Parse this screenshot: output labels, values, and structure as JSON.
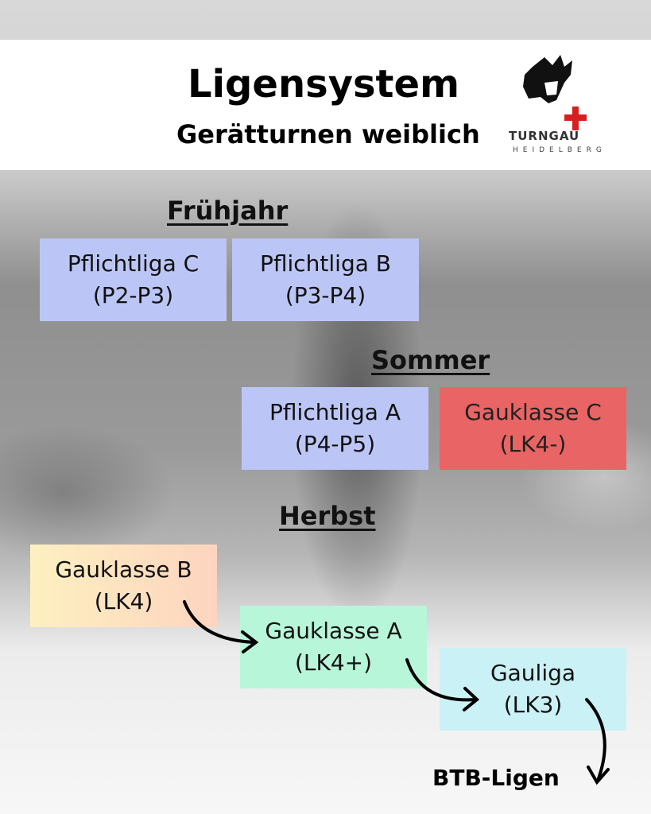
{
  "header": {
    "title": "Ligensystem",
    "subtitle": "Gerätturnen weiblich",
    "logo": {
      "line1": "TURNGAU",
      "line2": "HEIDELBERG"
    }
  },
  "sections": {
    "spring": "Frühjahr",
    "summer": "Sommer",
    "autumn": "Herbst"
  },
  "leagues": [
    {
      "name": "Pflichtliga C",
      "level": "(P2-P3)",
      "color": "#bcc6f6"
    },
    {
      "name": "Pflichtliga B",
      "level": "(P3-P4)",
      "color": "#bcc6f6"
    },
    {
      "name": "Pflichtliga A",
      "level": "(P4-P5)",
      "color": "#bcc6f6"
    },
    {
      "name": "Gauklasse C",
      "level": "(LK4-)",
      "color": "#e96464"
    },
    {
      "name": "Gauklasse B",
      "level": "(LK4)",
      "color": "#fdeec0"
    },
    {
      "name": "Gauklasse A",
      "level": "(LK4+)",
      "color": "#b8f6da"
    },
    {
      "name": "Gauliga",
      "level": "(LK3)",
      "color": "#caf1f5"
    }
  ],
  "final": "BTB-Ligen"
}
